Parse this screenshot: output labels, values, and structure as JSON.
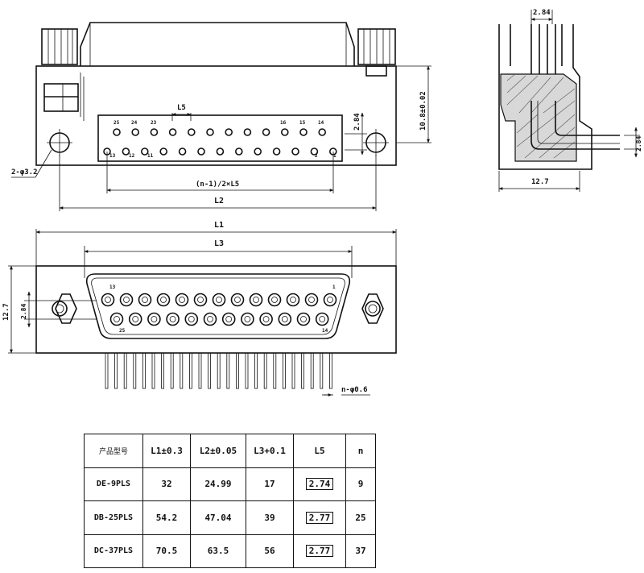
{
  "dims": {
    "L5": "L5",
    "pin_dim_1": "2.84",
    "height": "10.8±0.02",
    "hole": "2-φ3.2",
    "pitch_formula": "(n-1)/2×L5",
    "L2": "L2",
    "L1": "L1",
    "L3": "L3",
    "front_height": "12.7",
    "front_pitch": "2.84",
    "pin_dia": "n-φ0.6",
    "side_width": "12.7",
    "side_top": "2.84",
    "side_right": "2.84"
  },
  "pin_labels": {
    "top_row_first": "13",
    "top_row_last": "1",
    "bottom_row_first": "25",
    "bottom_row_last": "14",
    "plan_top": [
      "25",
      "24",
      "23",
      "16",
      "15",
      "14"
    ],
    "plan_bottom": [
      "13",
      "12",
      "11",
      "2",
      "1"
    ]
  },
  "table": {
    "header": [
      "产品型号",
      "L1±0.3",
      "L2±0.05",
      "L3+0.1",
      "L5",
      "n"
    ],
    "rows": [
      [
        "DE-9PLS",
        "32",
        "24.99",
        "17",
        "2.74",
        "9"
      ],
      [
        "DB-25PLS",
        "54.2",
        "47.04",
        "39",
        "2.77",
        "25"
      ],
      [
        "DC-37PLS",
        "70.5",
        "63.5",
        "56",
        "2.77",
        "37"
      ]
    ]
  }
}
